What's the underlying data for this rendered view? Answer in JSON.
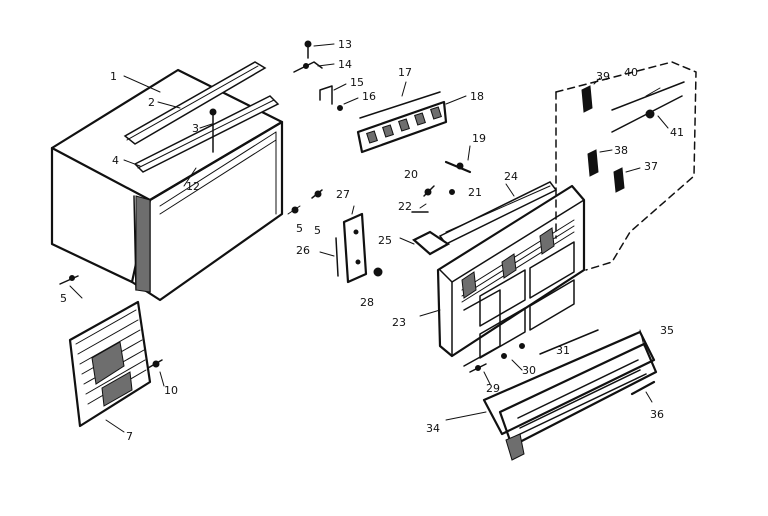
{
  "diagram": {
    "callouts": [
      "1",
      "2",
      "3",
      "4",
      "5",
      "5",
      "5",
      "7",
      "10",
      "12",
      "13",
      "14",
      "15",
      "16",
      "17",
      "18",
      "19",
      "20",
      "21",
      "22",
      "23",
      "24",
      "25",
      "26",
      "27",
      "28",
      "29",
      "30",
      "31",
      "34",
      "35",
      "36",
      "37",
      "38",
      "39",
      "40",
      "41"
    ]
  },
  "colors": {
    "ink": "#111111",
    "paper": "#ffffff",
    "shade": "#6e6e6e"
  }
}
